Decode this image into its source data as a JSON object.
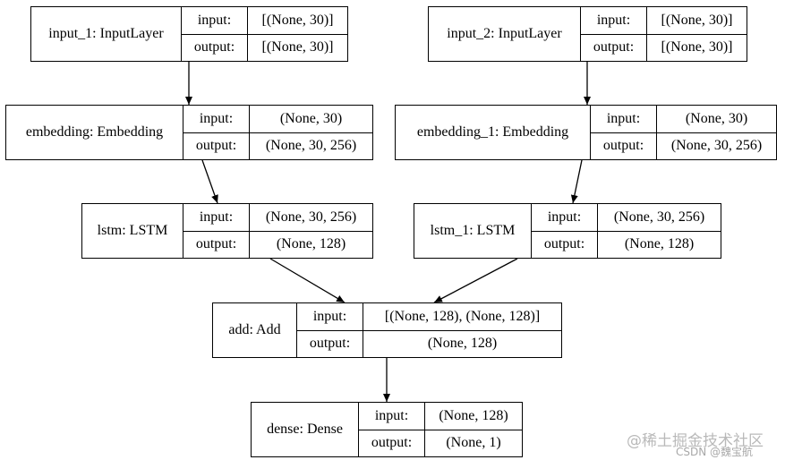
{
  "nodes": [
    {
      "id": "input_1",
      "name": "input_1: InputLayer",
      "input_label": "input:",
      "input_value": "[(None, 30)]",
      "output_label": "output:",
      "output_value": "[(None, 30)]"
    },
    {
      "id": "input_2",
      "name": "input_2: InputLayer",
      "input_label": "input:",
      "input_value": "[(None, 30)]",
      "output_label": "output:",
      "output_value": "[(None, 30)]"
    },
    {
      "id": "embedding",
      "name": "embedding: Embedding",
      "input_label": "input:",
      "input_value": "(None, 30)",
      "output_label": "output:",
      "output_value": "(None, 30, 256)"
    },
    {
      "id": "embedding_1",
      "name": "embedding_1: Embedding",
      "input_label": "input:",
      "input_value": "(None, 30)",
      "output_label": "output:",
      "output_value": "(None, 30, 256)"
    },
    {
      "id": "lstm",
      "name": "lstm: LSTM",
      "input_label": "input:",
      "input_value": "(None, 30, 256)",
      "output_label": "output:",
      "output_value": "(None, 128)"
    },
    {
      "id": "lstm_1",
      "name": "lstm_1: LSTM",
      "input_label": "input:",
      "input_value": "(None, 30, 256)",
      "output_label": "output:",
      "output_value": "(None, 128)"
    },
    {
      "id": "add",
      "name": "add: Add",
      "input_label": "input:",
      "input_value": "[(None, 128), (None, 128)]",
      "output_label": "output:",
      "output_value": "(None, 128)"
    },
    {
      "id": "dense",
      "name": "dense: Dense",
      "input_label": "input:",
      "input_value": "(None, 128)",
      "output_label": "output:",
      "output_value": "(None, 1)"
    }
  ],
  "edges": [
    {
      "from": "input_1",
      "to": "embedding"
    },
    {
      "from": "input_2",
      "to": "embedding_1"
    },
    {
      "from": "embedding",
      "to": "lstm"
    },
    {
      "from": "embedding_1",
      "to": "lstm_1"
    },
    {
      "from": "lstm",
      "to": "add"
    },
    {
      "from": "lstm_1",
      "to": "add"
    },
    {
      "from": "add",
      "to": "dense"
    }
  ],
  "watermark": {
    "line1": "@稀土掘金技术社区",
    "line2": "CSDN @魏宝航"
  }
}
